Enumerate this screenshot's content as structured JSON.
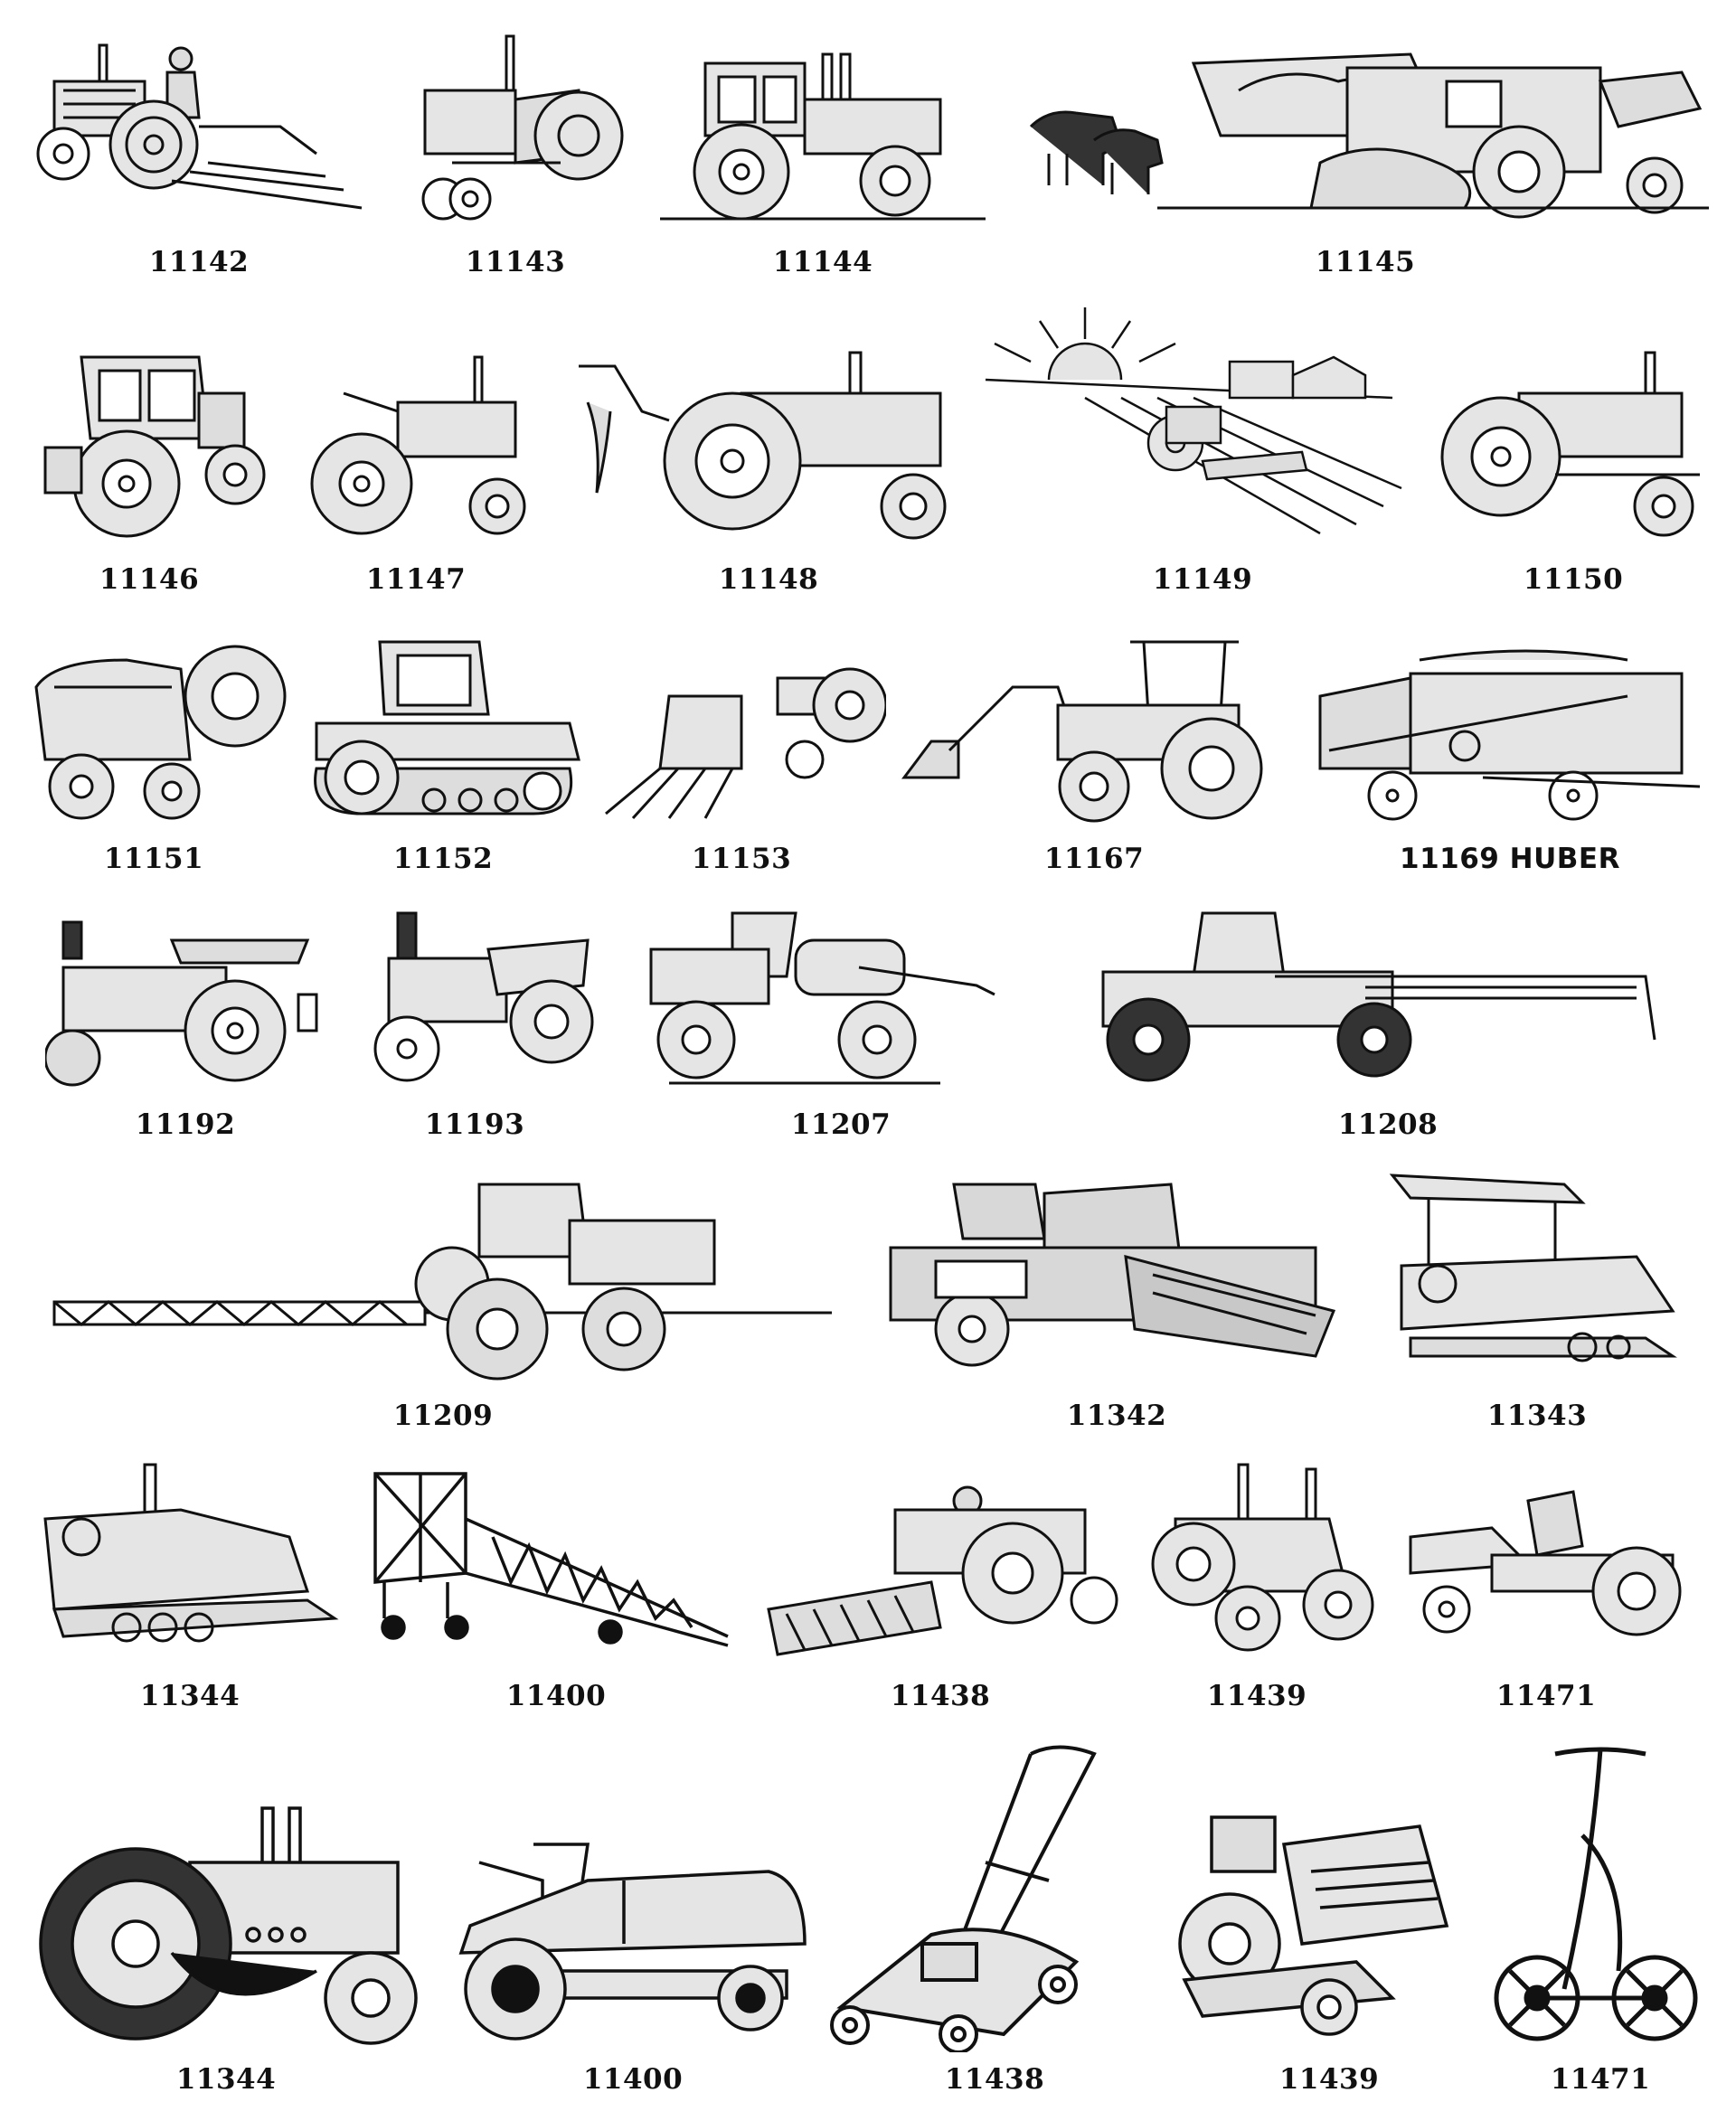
{
  "catalog": {
    "items": [
      {
        "id": "11142",
        "icon": "plow-tractor-driver-icon"
      },
      {
        "id": "11143",
        "icon": "vintage-tractor-icon"
      },
      {
        "id": "11144",
        "icon": "cab-tractor-icon"
      },
      {
        "id": "11145",
        "icon": "cows-forage-harvester-icon"
      },
      {
        "id": "11146",
        "icon": "four-wheel-cab-tractor-icon"
      },
      {
        "id": "11147",
        "icon": "row-crop-tractor-icon"
      },
      {
        "id": "11148",
        "icon": "tractor-with-post-hole-digger-icon"
      },
      {
        "id": "11149",
        "icon": "sunrise-field-tractor-icon"
      },
      {
        "id": "11150",
        "icon": "classic-tractor-icon"
      },
      {
        "id": "11151",
        "icon": "small-utility-tractor-icon"
      },
      {
        "id": "11152",
        "icon": "track-tractor-icon"
      },
      {
        "id": "11153",
        "icon": "tractor-with-buck-rake-icon"
      },
      {
        "id": "11167",
        "icon": "front-loader-tractor-icon"
      },
      {
        "id": "11169 HUBER",
        "icon": "huber-thresher-icon"
      },
      {
        "id": "11192",
        "icon": "steam-traction-engine-icon"
      },
      {
        "id": "11193",
        "icon": "early-gas-tractor-icon"
      },
      {
        "id": "11207",
        "icon": "self-propelled-sprayer-icon"
      },
      {
        "id": "11208",
        "icon": "sprayer-with-long-boom-icon"
      },
      {
        "id": "11209",
        "icon": "tractor-with-truss-boom-icon"
      },
      {
        "id": "11342",
        "icon": "combine-harvester-icon"
      },
      {
        "id": "11343",
        "icon": "asphalt-paver-canopy-icon"
      },
      {
        "id": "11344",
        "icon": "asphalt-paver-icon"
      },
      {
        "id": "11400",
        "icon": "center-pivot-irrigation-icon"
      },
      {
        "id": "11438",
        "icon": "tractor-with-harrow-icon"
      },
      {
        "id": "11439",
        "icon": "small-tractor-exhaust-icon"
      },
      {
        "id": "11471",
        "icon": "garden-tractor-icon"
      },
      {
        "id": "11344",
        "icon": "large-wheel-tractor-icon"
      },
      {
        "id": "11400",
        "icon": "riding-mower-icon"
      },
      {
        "id": "11438",
        "icon": "push-lawn-mower-icon"
      },
      {
        "id": "11439",
        "icon": "lawn-tractor-icon"
      },
      {
        "id": "11471",
        "icon": "reel-push-mower-icon"
      }
    ]
  }
}
